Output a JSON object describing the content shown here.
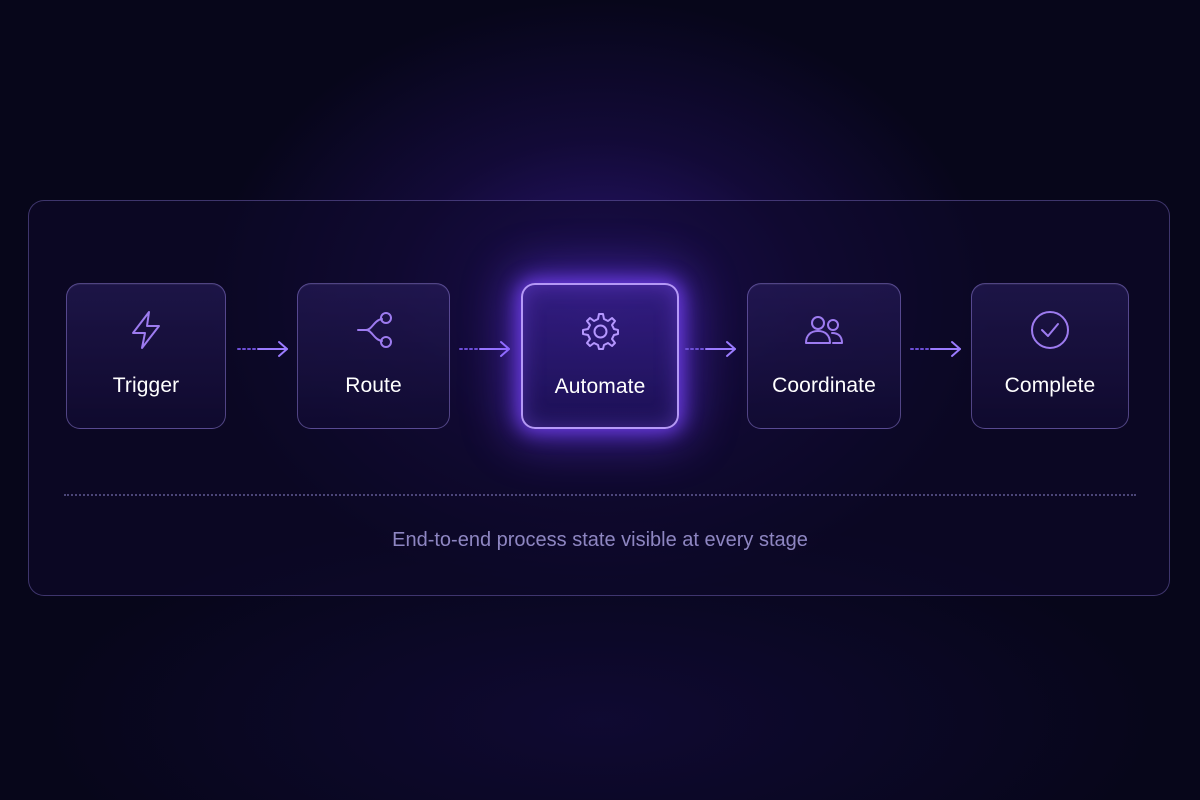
{
  "steps": [
    {
      "label": "Trigger",
      "icon": "lightning-bolt-icon"
    },
    {
      "label": "Route",
      "icon": "branch-route-icon"
    },
    {
      "label": "Automate",
      "icon": "gear-icon",
      "active": true
    },
    {
      "label": "Coordinate",
      "icon": "users-icon"
    },
    {
      "label": "Complete",
      "icon": "check-circle-icon"
    }
  ],
  "caption": "End-to-end process state visible at every stage",
  "colors": {
    "background": "#07061a",
    "accent": "#8b5cf6",
    "icon_stroke": "#9d7bf0",
    "label": "#ffffff",
    "caption": "#8e86c2"
  }
}
